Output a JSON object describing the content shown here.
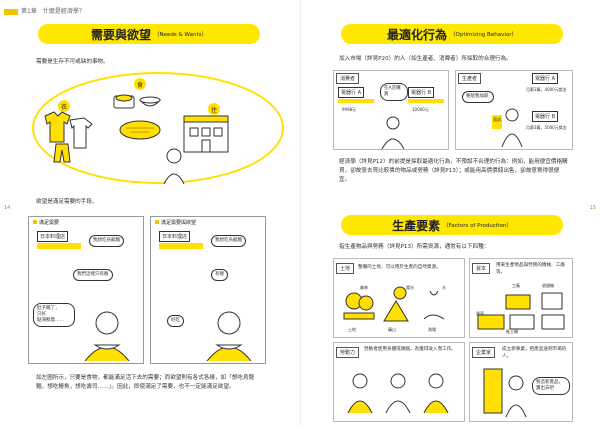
{
  "chapter": {
    "label": "第1章　什麼是經濟學？"
  },
  "left": {
    "page_number": "14",
    "heading": {
      "title": "需要與欲望",
      "subtitle": "（Needs & Wants）"
    },
    "intro": "需要是生存不可或缺的事物。",
    "categories": {
      "clothing": "衣",
      "food": "食",
      "housing": "住"
    },
    "wants_intro": "欲望是滿足需要的手段。",
    "panel_a": {
      "header": "滿足需要",
      "shop_sign": "日本料理店",
      "bubble1": "我想吃烏龍麵",
      "bubble2": "我們這裡只有飯",
      "bubble3": "肚子餓了，\n只好\n點海鮮蓋……"
    },
    "panel_b": {
      "header": "滿足需要與欲望",
      "shop_sign": "日本料理店",
      "bubble1": "我想吃烏龍麵",
      "bubble2": "有喔",
      "bubble3": "好吃"
    },
    "closing": "如左圖所示，只要是食物，都能滿足活下去的需要；而欲望則有各式各樣，如「想吃烏龍麵，想吃鰻魚，想吃壽司……」。因此，即使滿足了需要，也不一定能滿足欲望。"
  },
  "right": {
    "page_number": "15",
    "heading": {
      "title": "最適化行為",
      "subtitle": "（Optimizing Behavior）"
    },
    "intro": "加入市場（詳見P20）的人（如生產者、消費者）所採取的合理行為。",
    "consumer": {
      "label": "消費者",
      "shop1_sign": "電器行 A",
      "shop1_price": "9998元",
      "shop2_sign": "電器行 B",
      "shop2_price": "10000元",
      "bubble": "在A店購買"
    },
    "producer": {
      "label": "生產者",
      "bubble": "要給我加薪",
      "shop1_sign": "電器行 A",
      "shop1_offer": "月薪3萬，4000元獎金",
      "shop2_sign": "電器行 B",
      "shop2_offer": "月薪3萬，5000元獎金",
      "tag": "面試"
    },
    "explanation": "經濟學（詳見P12）的前提是採取最適化行為，不預設不合理的行為：例如，能用便宜價格購買，卻故意去買比較貴的物品或勞務（詳見P13）；或能用高價價錢出售，卻故意賣得很便宜。",
    "fp_heading": {
      "title": "生產要素",
      "subtitle": "（Factors of Production）"
    },
    "fp_intro": "指生產物品與勞務（詳見P13）所需資源，通常有以下四種：",
    "factors": [
      {
        "name": "土地",
        "desc": "整備的土地、可以用於生產的自然資源。"
      },
      {
        "name": "資本",
        "desc": "用來生產物品與勞務的機械、工廠等。"
      },
      {
        "name": "勞動力",
        "desc": "勞動者使用身體或頭腦，為獲得收入而工作。"
      },
      {
        "name": "企業家",
        "desc": "成立新事業，把產品送到市場的人。"
      }
    ],
    "land_labels": [
      "森林",
      "陽光",
      "水",
      "土地",
      "礦山",
      "漁場"
    ],
    "capital_labels": [
      "工廠",
      "收銀機",
      "貨車",
      "推土機"
    ],
    "entrepreneur_bubble": "製造新產品，賣出去吧"
  }
}
